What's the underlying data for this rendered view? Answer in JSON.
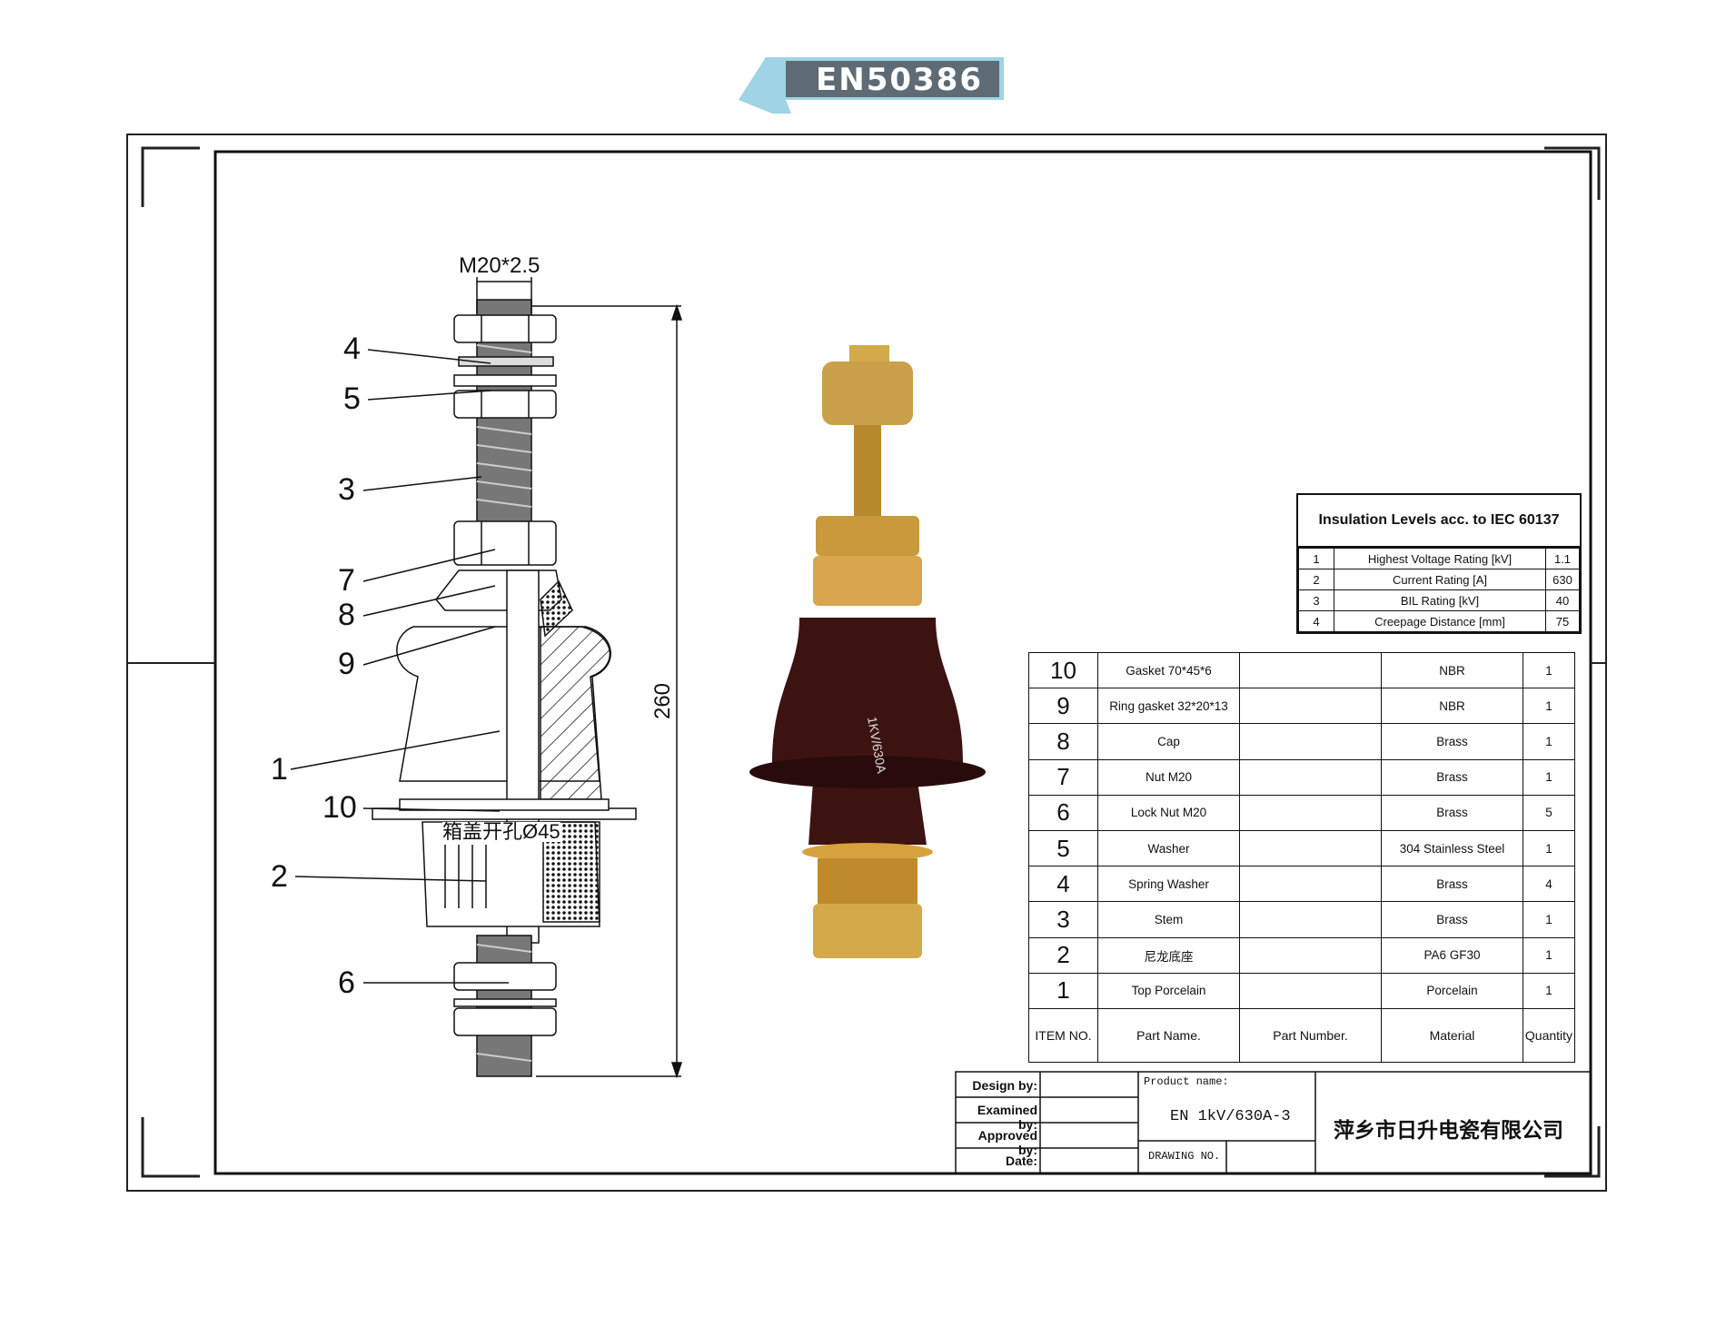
{
  "banner": {
    "label": "EN50386"
  },
  "drawing": {
    "thread_label": "M20*2.5",
    "height_dimension": "260",
    "hole_note": "箱盖开孔Ø45",
    "callouts": [
      "4",
      "5",
      "3",
      "7",
      "8",
      "9",
      "1",
      "10",
      "2",
      "6"
    ],
    "photo_marking": "1KV/630A"
  },
  "insulation_table": {
    "title": "Insulation Levels acc. to IEC 60137",
    "rows": [
      {
        "no": "1",
        "name": "Highest Voltage Rating [kV]",
        "value": "1.1"
      },
      {
        "no": "2",
        "name": "Current Rating [A]",
        "value": "630"
      },
      {
        "no": "3",
        "name": "BIL Rating [kV]",
        "value": "40"
      },
      {
        "no": "4",
        "name": "Creepage Distance [mm]",
        "value": "75"
      }
    ]
  },
  "parts_list": {
    "headers": [
      "ITEM NO.",
      "Part Name.",
      "Part Number.",
      "Material",
      "Quantity"
    ],
    "rows": [
      {
        "no": "10",
        "name": "Gasket 70*45*6",
        "number": "",
        "material": "NBR",
        "qty": "1"
      },
      {
        "no": "9",
        "name": "Ring gasket 32*20*13",
        "number": "",
        "material": "NBR",
        "qty": "1"
      },
      {
        "no": "8",
        "name": "Cap",
        "number": "",
        "material": "Brass",
        "qty": "1"
      },
      {
        "no": "7",
        "name": "Nut M20",
        "number": "",
        "material": "Brass",
        "qty": "1"
      },
      {
        "no": "6",
        "name": "Lock Nut M20",
        "number": "",
        "material": "Brass",
        "qty": "5"
      },
      {
        "no": "5",
        "name": "Washer",
        "number": "",
        "material": "304 Stainless Steel",
        "qty": "1"
      },
      {
        "no": "4",
        "name": "Spring Washer",
        "number": "",
        "material": "Brass",
        "qty": "4"
      },
      {
        "no": "3",
        "name": "Stem",
        "number": "",
        "material": "Brass",
        "qty": "1"
      },
      {
        "no": "2",
        "name": "尼龙底座",
        "number": "",
        "material": "PA6 GF30",
        "qty": "1"
      },
      {
        "no": "1",
        "name": "Top Porcelain",
        "number": "",
        "material": "Porcelain",
        "qty": "1"
      }
    ]
  },
  "title_block": {
    "design_by": "Design by:",
    "examined_by": "Examined by:",
    "approved_by": "Approved by:",
    "date": "Date:",
    "product_name_label": "Product name:",
    "product_name": "EN 1kV/630A-3",
    "drawing_no_label": "DRAWING NO.",
    "company": "萍乡市日升电瓷有限公司"
  }
}
